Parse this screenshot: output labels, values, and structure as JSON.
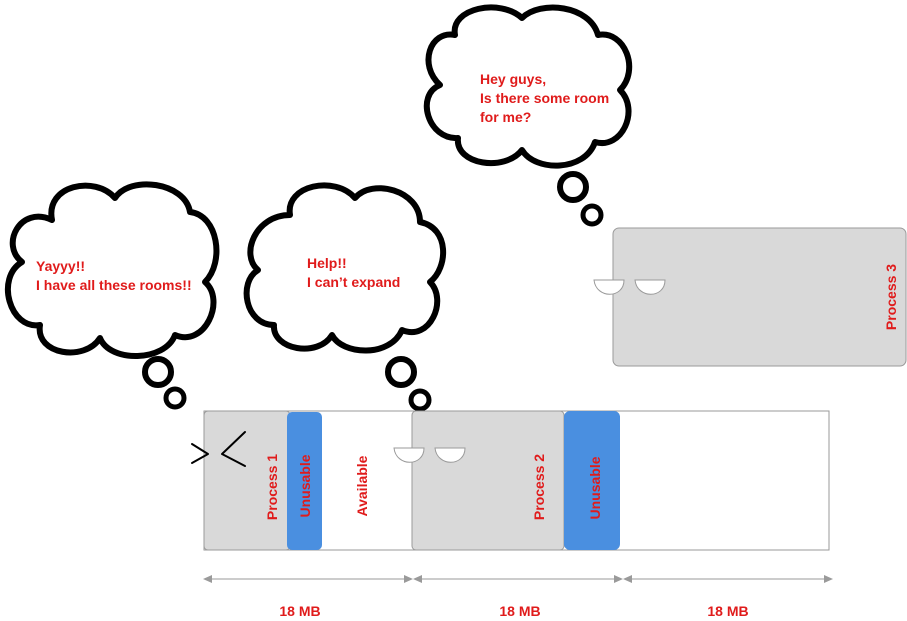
{
  "colors": {
    "accent_red": "#e01b1b",
    "process_fill": "#d9d9d9",
    "unusable_fill": "#4a8fe0",
    "outline_grey": "#9a9a9a",
    "bubble_stroke": "#000000"
  },
  "bubbles": {
    "process1": {
      "lines": [
        "Yayyy!!",
        "I have all these rooms!!"
      ]
    },
    "process2": {
      "lines": [
        "Help!!",
        "I can’t expand"
      ]
    },
    "process3": {
      "lines": [
        "Hey guys,",
        "Is there some room",
        "for me?"
      ]
    }
  },
  "memory": {
    "process1_label": "Process 1",
    "unusable_label": "Unusable",
    "available_label": "Available",
    "process2_label": "Process 2",
    "unusable2_label": "Unusable",
    "process3_label": "Process 3"
  },
  "sizes": {
    "segment1": "18 MB",
    "segment2": "18 MB",
    "segment3": "18 MB"
  }
}
